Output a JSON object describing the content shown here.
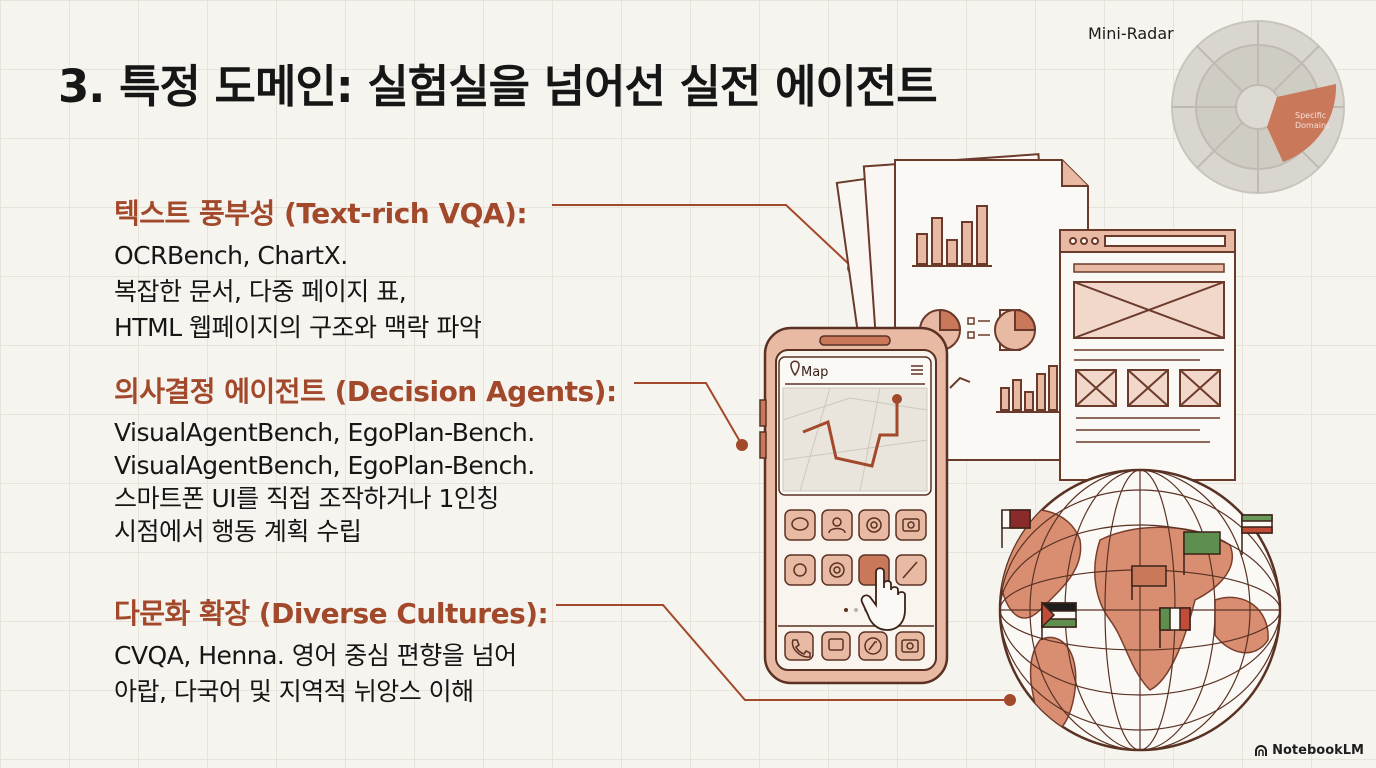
{
  "title": "3. 특정 도메인: 실험실을 넘어선 실전 에이전트",
  "radar": {
    "label": "Mini-Radar",
    "highlight_segment": "Specific Domains"
  },
  "sections": [
    {
      "heading": "텍스트 풍부성 (Text-rich VQA):",
      "lines": [
        "OCRBench, ChartX.",
        "복잡한 문서, 다중 페이지 표,",
        "HTML 웹페이지의 구조와 맥락 파악"
      ]
    },
    {
      "heading": "의사결정 에이전트 (Decision Agents):",
      "lines": [
        "VisualAgentBench, EgoPlan-Bench.",
        "VisualAgentBench, EgoPlan-Bench.",
        "스마트폰 UI를 직접 조작하거나 1인칭",
        "시점에서 행동 계획 수립"
      ]
    },
    {
      "heading": "다문화 확장 (Diverse Cultures):",
      "lines": [
        "CVQA, Henna. 영어 중심 편향을 넘어",
        "아랍, 다국어 및 지역적 뉘앙스 이해"
      ]
    }
  ],
  "phone": {
    "map_label": "Map"
  },
  "branding": "NotebookLM",
  "colors": {
    "accent": "#a3492b",
    "terracotta": "#c9785a",
    "light_terracotta": "#e8b9a3",
    "background": "#f6f4ef",
    "text": "#161616"
  }
}
